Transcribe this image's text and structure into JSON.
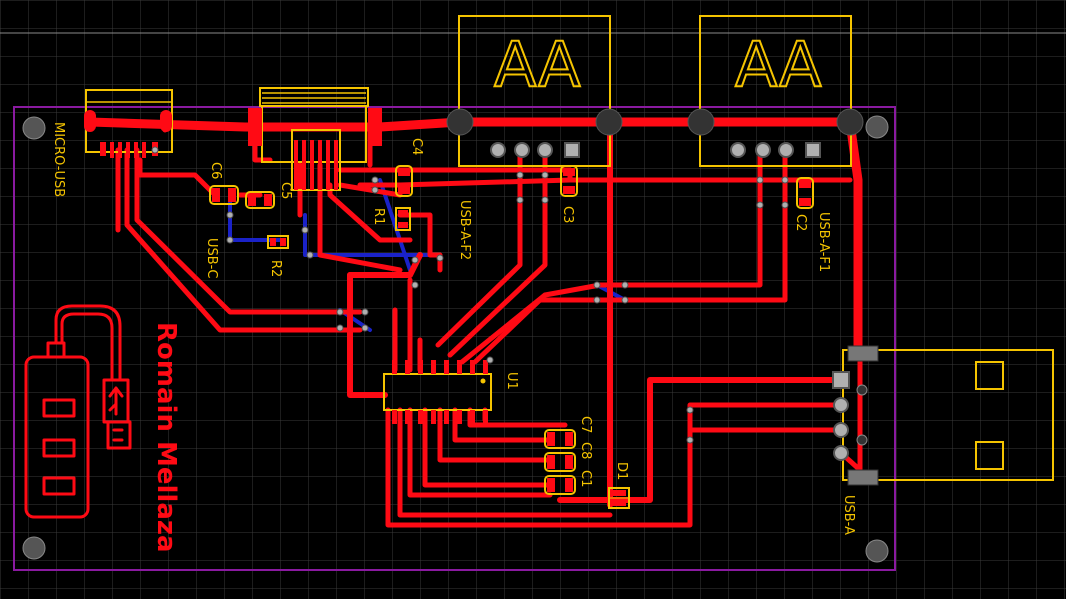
{
  "colors": {
    "background": "#000000",
    "grid": "#3a3a3a",
    "board_outline": "#8a1aa0",
    "top_copper": "#ff0a14",
    "bottom_copper": "#1a22c8",
    "silkscreen": "#f5c400",
    "pad": "#b0b0b0"
  },
  "board": {
    "author_text": "Romain Mellaza",
    "logo_icon": "usb-hub-icon"
  },
  "components": {
    "micro_usb": "MICRO-USB",
    "usb_c": "USB-C",
    "usb_a_f2": "USB-A-F2",
    "usb_a_f1": "USB-A-F1",
    "usb_a": "USB-A",
    "u1": "U1",
    "c1": "C1",
    "c2": "C2",
    "c3": "C3",
    "c4": "C4",
    "c5": "C5",
    "c6": "C6",
    "c7": "C7",
    "c8": "C8",
    "r1": "R1",
    "r2": "R2",
    "d1": "D1"
  }
}
